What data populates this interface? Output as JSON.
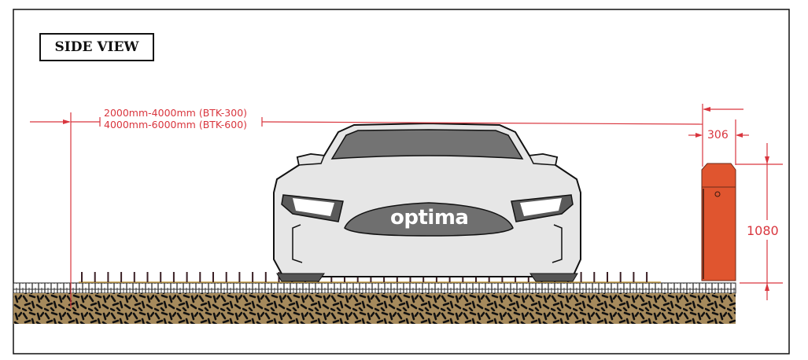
{
  "title": "SIDE VIEW",
  "dimensions": {
    "range_btk300": "2000mm-4000mm (BTK-300)",
    "range_btk600": "4000mm-6000mm (BTK-600)",
    "barrier_width": "306",
    "barrier_height": "1080"
  },
  "car": {
    "brand_logo": "optima"
  },
  "colors": {
    "dimension": "#d9363e",
    "barrier": "#e0552f",
    "soil": "#a68a5c",
    "car_body": "#e6e6e6",
    "car_dark": "#707070"
  }
}
